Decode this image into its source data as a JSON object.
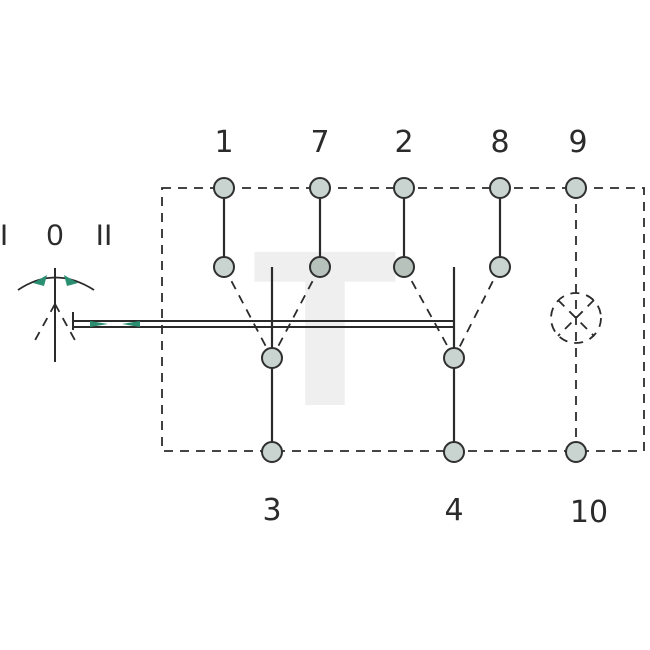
{
  "watermark": "T",
  "positions": {
    "left": "I",
    "center": "0",
    "right": "II"
  },
  "terminals": {
    "top": [
      "1",
      "7",
      "2",
      "8",
      "9"
    ],
    "bottom": [
      "3",
      "4",
      "10"
    ]
  },
  "colors": {
    "accent": "#2a8f70",
    "terminal_fill": "#c9d3cf",
    "line": "#2b2b2b"
  },
  "icons": {
    "indicator": "lamp-icon",
    "rotation": "rotation-arrows-icon"
  }
}
